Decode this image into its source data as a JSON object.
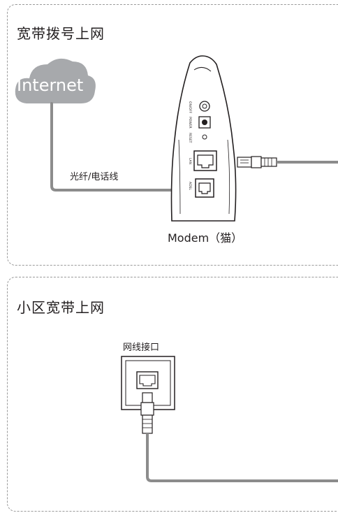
{
  "section_dialup": {
    "title": "宽带拨号上网",
    "cloud_label": "Internet",
    "cable_label": "光纤/电话线",
    "modem_label": "Modem（猫）",
    "modem_ports": [
      "ON/OFF",
      "POWER",
      "RESET",
      "LAN",
      "ADSL"
    ]
  },
  "section_community": {
    "title": "小区宽带上网",
    "jack_label": "网线接口"
  },
  "colors": {
    "cloud": "#a7a9ac",
    "cable": "#8c8c8c",
    "outline": "#231f20",
    "dashed_border": "#9a9a9a"
  }
}
